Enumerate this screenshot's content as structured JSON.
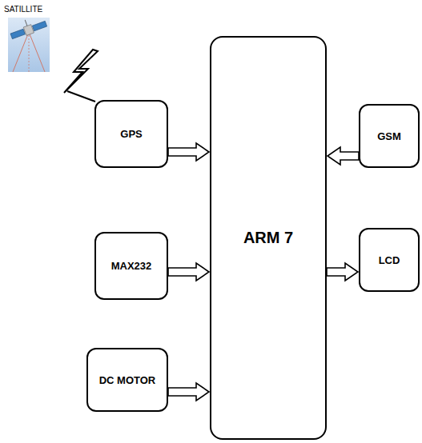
{
  "diagram": {
    "nodes": [
      {
        "text": [
          "GPS"
        ]
      },
      {
        "text": [
          "MAX232"
        ]
      },
      {
        "text": [
          "DC MOTOR"
        ]
      },
      {
        "text": [
          "ARM 7"
        ]
      },
      {
        "text": [
          "GSM"
        ]
      },
      {
        "text": [
          "LCD"
        ]
      }
    ],
    "edges": [
      {
        "from": 0,
        "to": 3,
        "arrow": "to"
      },
      {
        "from": 1,
        "to": 3,
        "arrow": "to"
      },
      {
        "from": 2,
        "to": 3,
        "arrow": "to"
      },
      {
        "from": 4,
        "to": 3,
        "arrow": "to"
      },
      {
        "from": 3,
        "to": 5,
        "arrow": "to"
      }
    ],
    "labels": [
      "SATILLITE"
    ]
  }
}
